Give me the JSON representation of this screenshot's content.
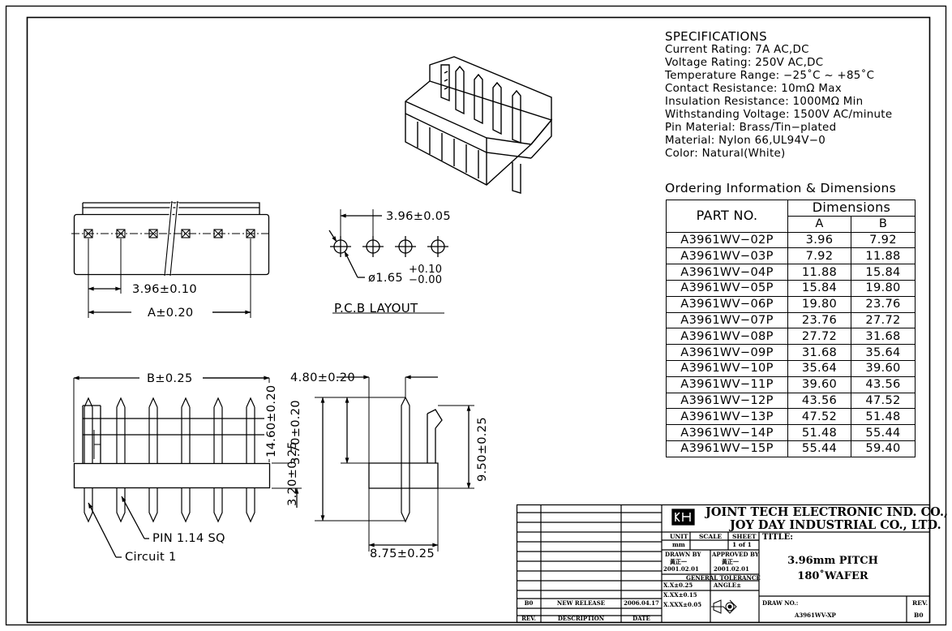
{
  "specifications": {
    "title": "SPECIFICATIONS",
    "lines": [
      "Current Rating: 7A AC,DC",
      "Voltage Rating: 250V AC,DC",
      "Temperature Range: −25˚C ~ +85˚C",
      "Contact Resistance: 10mΩ Max",
      "Insulation Resistance: 1000MΩ Min",
      "Withstanding Voltage: 1500V AC/minute",
      "Pin Material: Brass/Tin−plated",
      "Material: Nylon 66,UL94V−0",
      "Color: Natural(White)"
    ]
  },
  "ordering": {
    "title": "Ordering Information & Dimensions",
    "header_part": "PART NO.",
    "header_dimensions": "Dimensions",
    "header_a": "A",
    "header_b": "B",
    "rows": [
      {
        "part": "A3961WV−02P",
        "a": "3.96",
        "b": "7.92"
      },
      {
        "part": "A3961WV−03P",
        "a": "7.92",
        "b": "11.88"
      },
      {
        "part": "A3961WV−04P",
        "a": "11.88",
        "b": "15.84"
      },
      {
        "part": "A3961WV−05P",
        "a": "15.84",
        "b": "19.80"
      },
      {
        "part": "A3961WV−06P",
        "a": "19.80",
        "b": "23.76"
      },
      {
        "part": "A3961WV−07P",
        "a": "23.76",
        "b": "27.72"
      },
      {
        "part": "A3961WV−08P",
        "a": "27.72",
        "b": "31.68"
      },
      {
        "part": "A3961WV−09P",
        "a": "31.68",
        "b": "35.64"
      },
      {
        "part": "A3961WV−10P",
        "a": "35.64",
        "b": "39.60"
      },
      {
        "part": "A3961WV−11P",
        "a": "39.60",
        "b": "43.56"
      },
      {
        "part": "A3961WV−12P",
        "a": "43.56",
        "b": "47.52"
      },
      {
        "part": "A3961WV−13P",
        "a": "47.52",
        "b": "51.48"
      },
      {
        "part": "A3961WV−14P",
        "a": "51.48",
        "b": "55.44"
      },
      {
        "part": "A3961WV−15P",
        "a": "55.44",
        "b": "59.40"
      }
    ]
  },
  "drawing": {
    "pitch_dim": "3.96±0.10",
    "a_dim": "A±0.20",
    "pcb_pitch_dim": "3.96±0.05",
    "hole_dim_prefix": "ø1.65",
    "hole_tol_plus": "+0.10",
    "hole_tol_minus": "−0.00",
    "pcb_layout_label": "P.C.B LAYOUT",
    "b_dim": "B±0.25",
    "width_dim": "4.80±0.20",
    "height_1": "14.60±0.20",
    "height_2": "3.70±0.20",
    "height_3": "9.50±0.25",
    "height_4": "3.20±0.25",
    "depth_dim": "8.75±0.25",
    "pin_label": "PIN 1.14 SQ",
    "circuit_label": "Circuit 1"
  },
  "title_block": {
    "company_1": "JOINT TECH ELECTRONIC IND. CO., LTD.",
    "company_2": "JOY DAY INDUSTRIAL CO., LTD.",
    "unit_label": "UNIT",
    "unit_value": "mm",
    "scale_label": "SCALE",
    "sheet_label": "SHEET",
    "sheet_value": "1 of 1",
    "title_label": "TITLE:",
    "title_line_1": "3.96mm PITCH",
    "title_line_2": "180˚WAFER",
    "drawn_by_label": "DRAWN BY",
    "drawn_by_name": "黃正一",
    "drawn_date": "2001.02.01",
    "approved_by_label": "APPROVED BY",
    "approved_by_name": "黃正一",
    "approved_date": "2001.02.01",
    "general_tolerance": "GENERAL TOLERANCE",
    "tol_1": "X.X±0.25",
    "tol_2": "X.XX±0.15",
    "tol_3": "X.XXX±0.05",
    "angle_label": "ANGLE±",
    "draw_no_label": "DRAW NO.:",
    "draw_no": "A3961WV-XP",
    "rev_label": "REV.",
    "rev_value": "B0",
    "rev_row_rev": "B0",
    "rev_row_desc": "NEW RELEASE",
    "rev_row_date": "2006.04.17",
    "hdr_rev": "REV.",
    "hdr_desc": "DESCRIPTION",
    "hdr_date": "DATE"
  }
}
